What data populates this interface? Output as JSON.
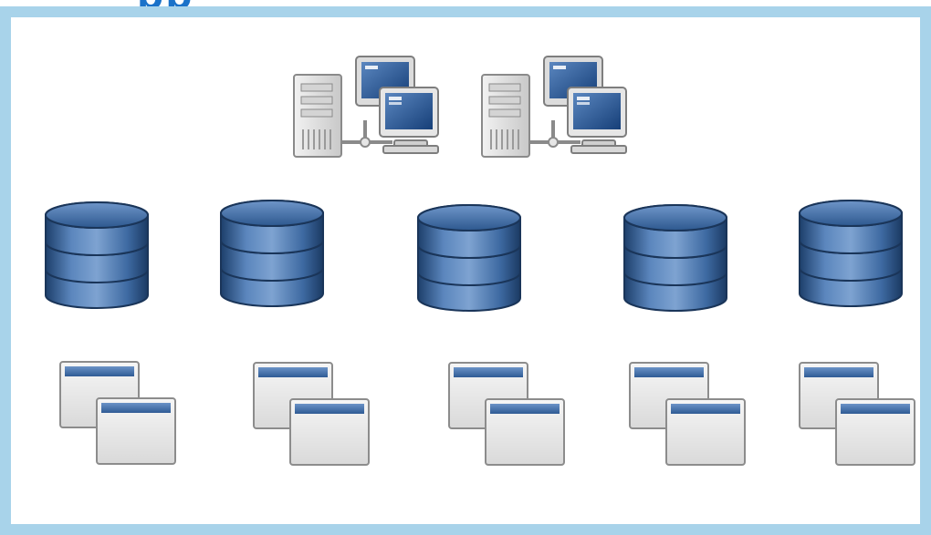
{
  "title": {
    "visible_fragment": "pp"
  },
  "colors": {
    "frame": "#a8d3ea",
    "title": "#1a72c9",
    "database": "#2f5d94",
    "window_titlebar": "#3d6aa3",
    "screen": "#1f4f8e"
  },
  "rows": [
    {
      "name": "servers",
      "icon": "server-workstation-icon",
      "count": 2
    },
    {
      "name": "databases",
      "icon": "database-icon",
      "count": 5
    },
    {
      "name": "windows",
      "icon": "stacked-windows-icon",
      "count": 5
    }
  ]
}
